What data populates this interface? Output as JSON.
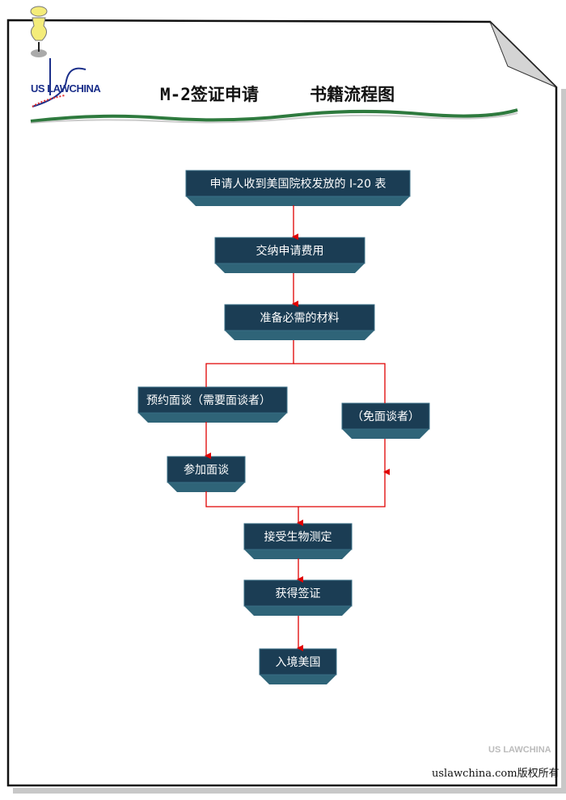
{
  "header": {
    "title": "M-2签证申请     书籍流程图",
    "logo_text": "US LAWCHINA"
  },
  "flow": {
    "step1": "申请人收到美国院校发放的 I-20 表",
    "step2": "交纳申请费用",
    "step3": "准备必需的材料",
    "step4a": "预约面谈（需要面谈者）",
    "step4b": "（免面谈者）",
    "step5": "参加面谈",
    "step6": "接受生物测定",
    "step7": "获得签证",
    "step8": "入境美国"
  },
  "footer": {
    "copyright": "uslawchina.com版权所有",
    "watermark": "US LAWCHINA"
  },
  "colors": {
    "box_top": "#1b3d54",
    "box_bevel": "#2f6478",
    "arrow": "#e00000"
  }
}
